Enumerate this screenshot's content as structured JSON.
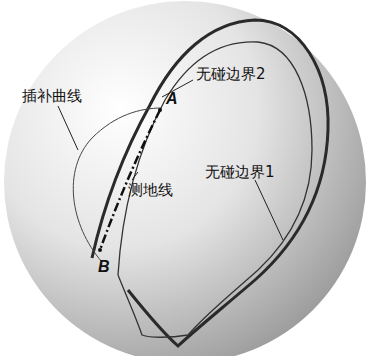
{
  "diagram": {
    "labels": [
      "无碰边界2",
      "无碰边界1",
      "插补曲线",
      "测地线",
      "A",
      "B"
    ]
  }
}
